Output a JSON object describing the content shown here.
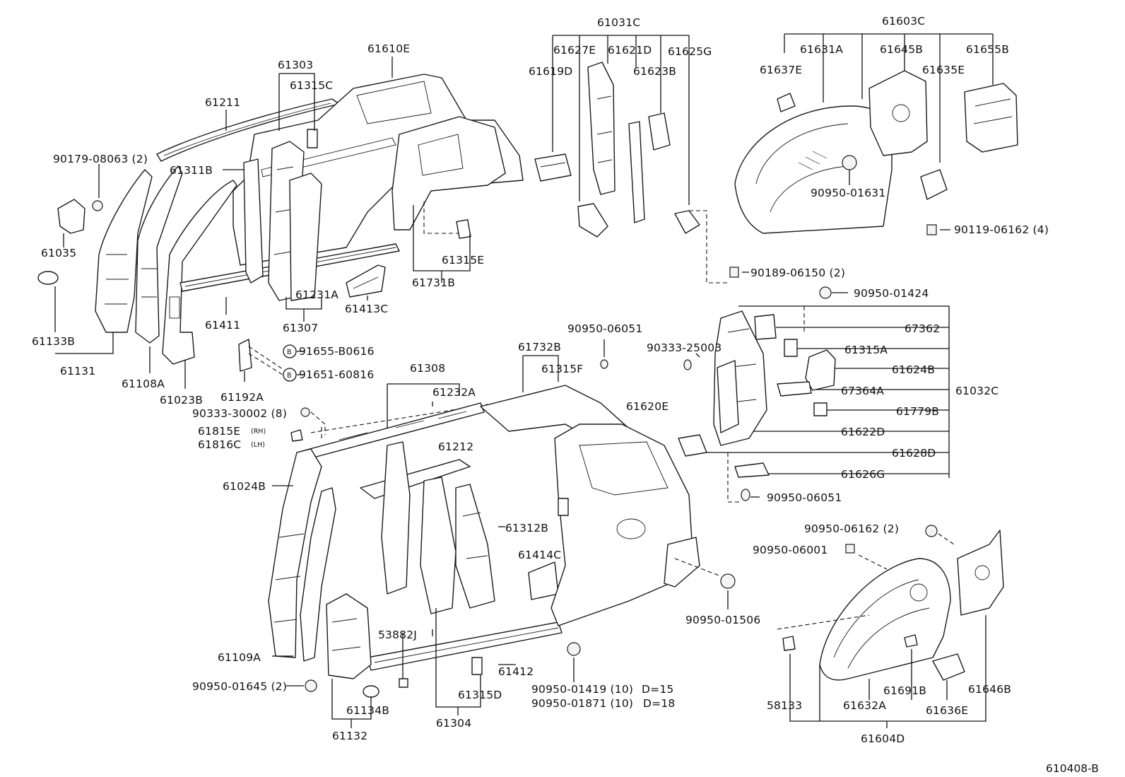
{
  "labels": {
    "p61211": "61211",
    "p61303": "61303",
    "p61315C": "61315C",
    "p61610E": "61610E",
    "p90179": "90179-08063 (2)",
    "p61311B": "61311B",
    "p61035": "61035",
    "p61133B": "61133B",
    "p61131": "61131",
    "p61108A": "61108A",
    "p61023B": "61023B",
    "p61411": "61411",
    "p61231A": "61231A",
    "p61307": "61307",
    "p61413C": "61413C",
    "p61315E": "61315E",
    "p61731B": "61731B",
    "p61192A": "61192A",
    "p91655": "91655-B0616",
    "p91651": "91651-60816",
    "p61031C": "61031C",
    "p61627E": "61627E",
    "p61621D": "61621D",
    "p61625G": "61625G",
    "p61619D": "61619D",
    "p61623B": "61623B",
    "p61603C": "61603C",
    "p61631A": "61631A",
    "p61645B": "61645B",
    "p61655B": "61655B",
    "p61637E": "61637E",
    "p61635E": "61635E",
    "p90950_01631": "90950-01631",
    "p90119": "90119-06162 (4)",
    "p90189": "90189-06150 (2)",
    "p90950_01424": "90950-01424",
    "p67362": "67362",
    "p61315A": "61315A",
    "p61624B": "61624B",
    "p67364A": "67364A",
    "p61032C": "61032C",
    "p61779B": "61779B",
    "p61622D": "61622D",
    "p61628D": "61628D",
    "p61626G": "61626G",
    "p90950_06051b": "90950-06051",
    "p90333_25003": "90333-25003",
    "p90950_06051a": "90950-06051",
    "p61732B": "61732B",
    "p61315F": "61315F",
    "p61308": "61308",
    "p61232A": "61232A",
    "p61620E": "61620E",
    "p90333_30002": "90333-30002 (8)",
    "p61815E": "61815E",
    "p61816C": "61816C",
    "rh": "(RH)",
    "lh": "(LH)",
    "p61024B": "61024B",
    "p61212": "61212",
    "p61312B": "61312B",
    "p61414C": "61414C",
    "p53882J": "53882J",
    "p61109A": "61109A",
    "p90950_01645": "90950-01645 (2)",
    "p61134B": "61134B",
    "p61132": "61132",
    "p61315D": "61315D",
    "p61304": "61304",
    "p61412": "61412",
    "p90950_01419": "90950-01419 (10)",
    "p90950_01871": "90950-01871 (10)",
    "d15": "D=15",
    "d18": "D=18",
    "p90950_01506": "90950-01506",
    "p90950_06162": "90950-06162 (2)",
    "p90950_06001": "90950-06001",
    "p58133": "58133",
    "p61632A": "61632A",
    "p61691B": "61691B",
    "p61636E": "61636E",
    "p61646B": "61646B",
    "p61604D": "61604D",
    "circleB1": "B",
    "circleB2": "B",
    "figure_code": "610408-B"
  }
}
